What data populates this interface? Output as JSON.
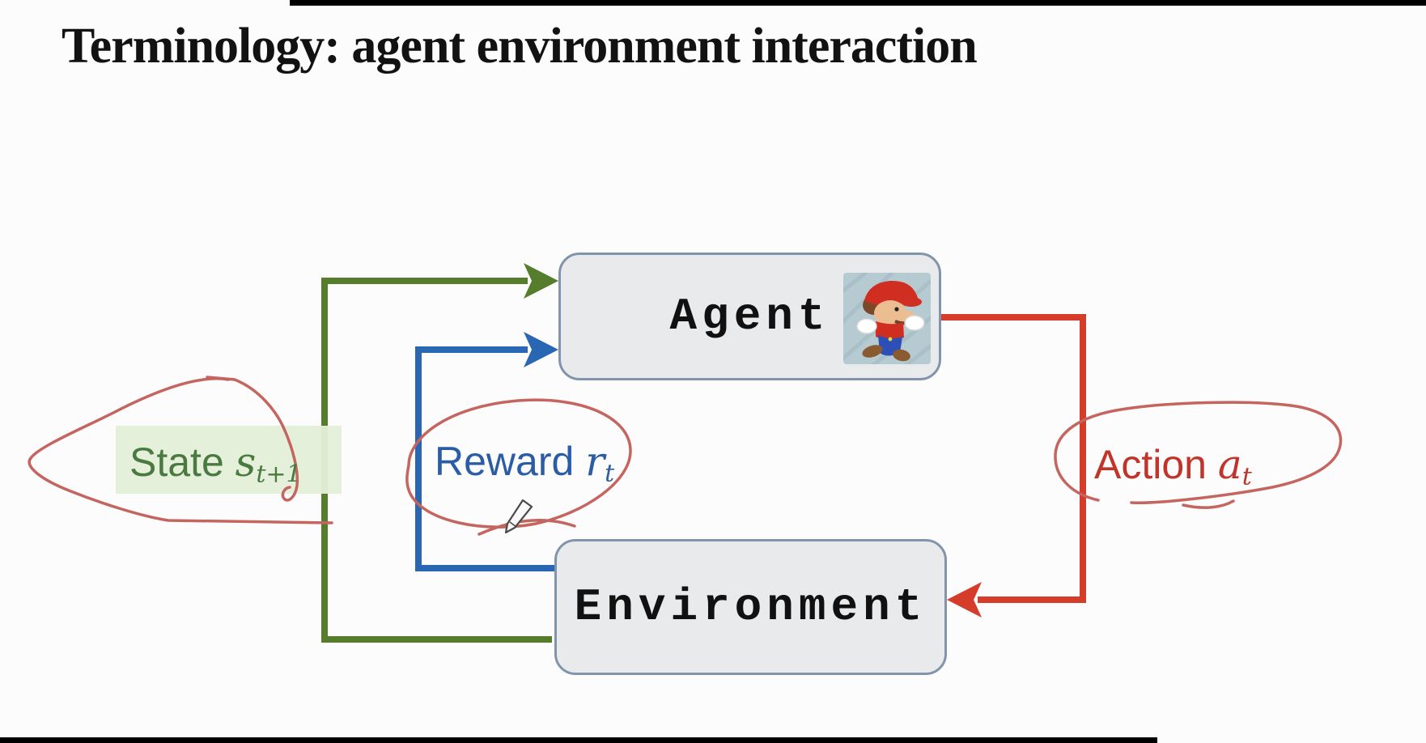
{
  "slide": {
    "title": "Terminology: agent environment interaction"
  },
  "diagram": {
    "agent_box": {
      "label": "Agent"
    },
    "environment_box": {
      "label": "Environment"
    },
    "labels": {
      "state": {
        "text": "State",
        "symbol": "s",
        "subscript": "t+1"
      },
      "reward": {
        "text": "Reward",
        "symbol": "r",
        "subscript": "t"
      },
      "action": {
        "text": "Action",
        "symbol": "a",
        "subscript": "t"
      }
    },
    "colors": {
      "state_arrow": "#567d2c",
      "reward_arrow": "#2a67b2",
      "action_arrow": "#d63c2a",
      "annotation": "#c4655f",
      "state_text": "#4a7a40",
      "state_highlight": "#e3efd8",
      "reward_text": "#2b5ca6",
      "action_text": "#c0342a",
      "box_fill": "#e9eaec",
      "box_border": "#8294ac"
    }
  }
}
